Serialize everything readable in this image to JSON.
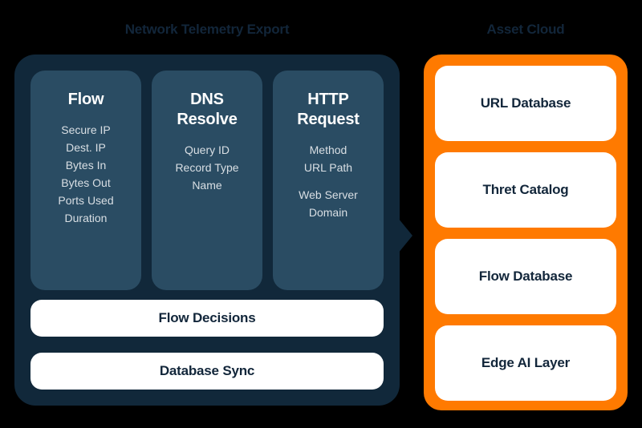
{
  "diagram": {
    "background_color": "#000000",
    "left_section": {
      "title": "Network Telemetry Export",
      "panel_color": "#11283a",
      "card_color": "#2a4c63",
      "cards": [
        {
          "title": "Flow",
          "fields": [
            "Secure IP",
            "Dest. IP",
            "Bytes In",
            "Bytes Out",
            "Ports Used",
            "Duration"
          ]
        },
        {
          "title": "DNS\nResolve",
          "fields": [
            "Query ID",
            "Record Type",
            "Name"
          ]
        },
        {
          "title": "HTTP\nRequest",
          "fields": [
            "Method",
            "URL Path",
            "Web Server\nDomain"
          ]
        }
      ],
      "bars": [
        {
          "label": "Flow Decisions"
        },
        {
          "label": "Database Sync"
        }
      ]
    },
    "right_section": {
      "title": "Asset Cloud",
      "panel_color": "#ff7a00",
      "card_color": "#ffffff",
      "cards": [
        {
          "label": "URL Database"
        },
        {
          "label": "Thret Catalog"
        },
        {
          "label": "Flow Database"
        },
        {
          "label": "Edge AI Layer"
        }
      ]
    },
    "connector": {
      "icon": "arrow-right-triangle",
      "color": "#11283a"
    }
  }
}
